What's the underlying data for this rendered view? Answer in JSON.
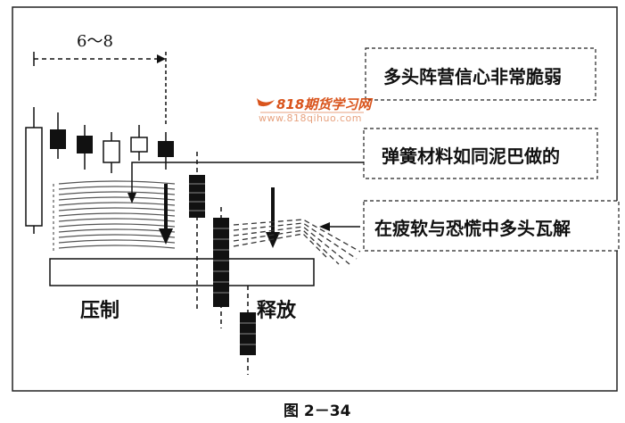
{
  "range_label": "6～8",
  "annotations": {
    "top": "多头阵营信心非常脆弱",
    "middle": "弹簧材料如同泥巴做的",
    "bottom": "在疲软与恐慌中多头瓦解"
  },
  "labels": {
    "compress": "压制",
    "release": "释放"
  },
  "watermark": {
    "brand": "818期货学习网",
    "url": "www.818qihuo.com"
  },
  "caption": "图 2－34",
  "colors": {
    "ink": "#111111",
    "watermark": "#d9541c",
    "watermark_light": "#e7a27f"
  }
}
